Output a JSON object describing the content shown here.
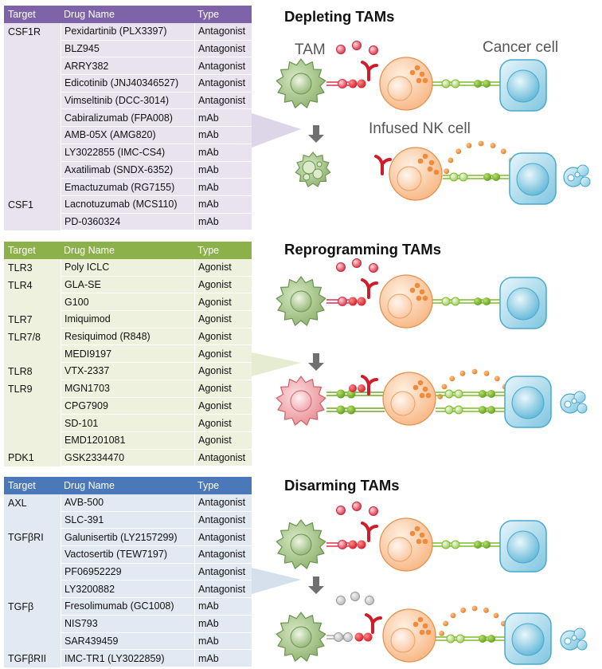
{
  "table1": {
    "headers": {
      "target": "Target",
      "drug": "Drug Name",
      "type": "Type"
    },
    "rows": [
      {
        "target": "CSF1R",
        "drug": "Pexidartinib (PLX3397)",
        "type": "Antagonist"
      },
      {
        "target": "",
        "drug": "BLZ945",
        "type": "Antagonist"
      },
      {
        "target": "",
        "drug": "ARRY382",
        "type": "Antagonist"
      },
      {
        "target": "",
        "drug": "Edicotinib (JNJ40346527)",
        "type": "Antagonist"
      },
      {
        "target": "",
        "drug": "Vimseltinib (DCC-3014)",
        "type": "Antagonist"
      },
      {
        "target": "",
        "drug": "Cabiralizumab (FPA008)",
        "type": "mAb"
      },
      {
        "target": "",
        "drug": "AMB-05X (AMG820)",
        "type": "mAb"
      },
      {
        "target": "",
        "drug": "LY3022855 (IMC-CS4)",
        "type": "mAb"
      },
      {
        "target": "",
        "drug": "Axatilimab (SNDX-6352)",
        "type": "mAb"
      },
      {
        "target": "",
        "drug": "Emactuzumab (RG7155)",
        "type": "mAb"
      },
      {
        "target": "CSF1",
        "drug": "Lacnotuzumab (MCS110)",
        "type": "mAb"
      },
      {
        "target": "",
        "drug": "PD-0360324",
        "type": "mAb"
      }
    ]
  },
  "table2": {
    "headers": {
      "target": "Target",
      "drug": "Drug Name",
      "type": "Type"
    },
    "rows": [
      {
        "target": "TLR3",
        "drug": "Poly ICLC",
        "type": "Agonist"
      },
      {
        "target": "TLR4",
        "drug": "GLA-SE",
        "type": "Agonist"
      },
      {
        "target": "",
        "drug": "G100",
        "type": "Agonist"
      },
      {
        "target": "TLR7",
        "drug": "Imiquimod",
        "type": "Agonist"
      },
      {
        "target": "TLR7/8",
        "drug": "Resiquimod (R848)",
        "type": "Agonist"
      },
      {
        "target": "",
        "drug": "MEDI9197",
        "type": "Agonist"
      },
      {
        "target": "TLR8",
        "drug": "VTX-2337",
        "type": "Agonist"
      },
      {
        "target": "TLR9",
        "drug": "MGN1703",
        "type": "Agonist"
      },
      {
        "target": "",
        "drug": "CPG7909",
        "type": "Agonist"
      },
      {
        "target": "",
        "drug": "SD-101",
        "type": "Agonist"
      },
      {
        "target": "",
        "drug": "EMD1201081",
        "type": "Agonist"
      },
      {
        "target": "PDK1",
        "drug": "GSK2334470",
        "type": "Antagonist"
      }
    ]
  },
  "table3": {
    "headers": {
      "target": "Target",
      "drug": "Drug Name",
      "type": "Type"
    },
    "rows": [
      {
        "target": "AXL",
        "drug": "AVB-500",
        "type": "Antagonist"
      },
      {
        "target": "",
        "drug": "SLC-391",
        "type": "Antagonist"
      },
      {
        "target": "TGFβRI",
        "drug": "Galunisertib (LY2157299)",
        "type": "Antagonist"
      },
      {
        "target": "",
        "drug": "Vactosertib (TEW7197)",
        "type": "Antagonist"
      },
      {
        "target": "",
        "drug": "PF06952229",
        "type": "Antagonist"
      },
      {
        "target": "",
        "drug": "LY3200882",
        "type": "Antagonist"
      },
      {
        "target": "TGFβ",
        "drug": "Fresolimumab (GC1008)",
        "type": "mAb"
      },
      {
        "target": "",
        "drug": "NIS793",
        "type": "mAb"
      },
      {
        "target": "",
        "drug": "SAR439459",
        "type": "mAb"
      },
      {
        "target": "TGFβRII",
        "drug": "IMC-TR1 (LY3022859)",
        "type": "mAb"
      }
    ]
  },
  "headings": {
    "depleting": "Depleting TAMs",
    "reprogramming": "Reprogramming TAMs",
    "disarming": "Disarming TAMs"
  },
  "labels": {
    "tam": "TAM",
    "cancer_cell": "Cancer cell",
    "nk_cell": "Infused NK cell"
  },
  "colors": {
    "purple": "#7f63a8",
    "green": "#8cb04a",
    "blue": "#4a78b8",
    "tam_green": "#8aae6a",
    "nk_orange": "#f6b98a",
    "cancer_blue": "#8fd0e6",
    "red_dot": "#d8334a"
  }
}
